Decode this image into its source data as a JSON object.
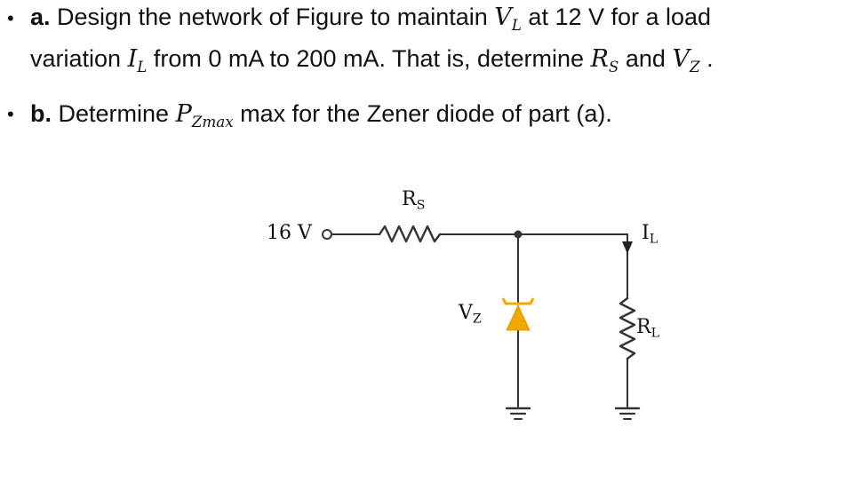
{
  "question": {
    "a": {
      "bullet": "•",
      "label": "a.",
      "line1_text1": " Design the network of Figure to maintain ",
      "vl_symbol": "V",
      "vl_sub": "L",
      "line1_text2": " at 12 V for a load",
      "line2_text1": "variation ",
      "il_symbol": "I",
      "il_sub": "L",
      "line2_text2": " from 0 mA to 200 mA. That is, determine ",
      "rs_symbol": "R",
      "rs_sub": "S",
      "line2_text3": " and ",
      "vz_symbol": "V",
      "vz_sub": "Z",
      "line2_end": " ."
    },
    "b": {
      "bullet": "•",
      "label": "b.",
      "text1": " Determine ",
      "pz_symbol": "P",
      "pz_sub": "Zmax",
      "text2": " max for the Zener diode of part (a)."
    }
  },
  "circuit": {
    "source_label": "16 V",
    "rs_label": "R",
    "rs_sub": "S",
    "vz_label": "V",
    "vz_sub": "Z",
    "il_label": "I",
    "il_sub": "L",
    "rl_label": "R",
    "rl_sub": "L",
    "colors": {
      "wire": "#333333",
      "diode": "#f0a800"
    }
  }
}
